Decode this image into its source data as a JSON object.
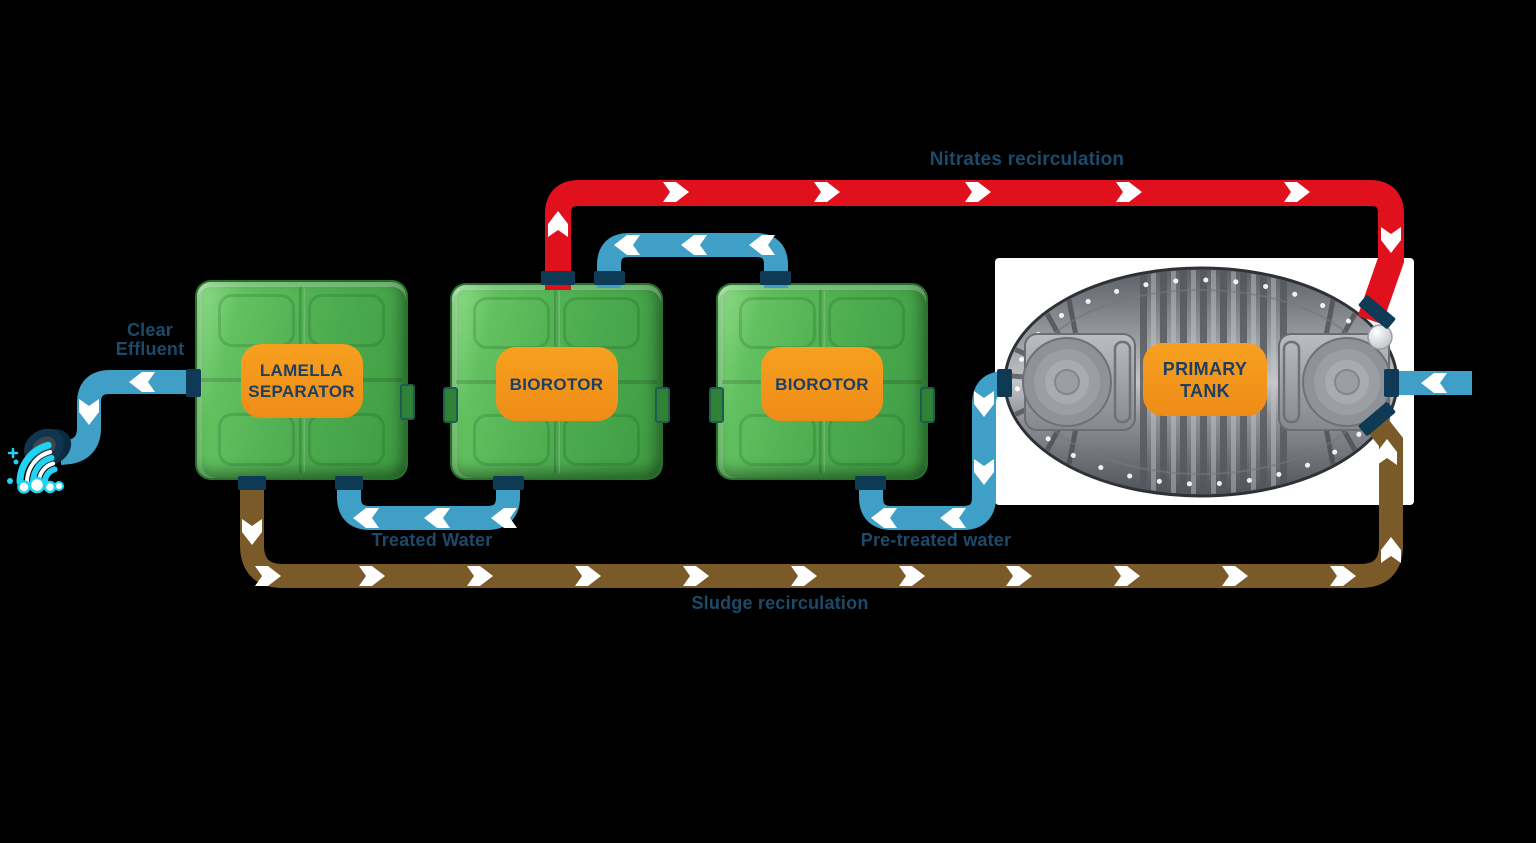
{
  "flow_labels": {
    "nitrates": "Nitrates recirculation",
    "clear_effluent": "Clear\nEffluent",
    "treated_water": "Treated Water",
    "pre_treated_water": "Pre-treated water",
    "sludge": "Sludge recirculation"
  },
  "tanks": [
    {
      "id": "lamella-separator",
      "label": "LAMELLA\nSEPARATOR"
    },
    {
      "id": "biorotor-1",
      "label": "BIOROTOR"
    },
    {
      "id": "biorotor-2",
      "label": "BIOROTOR"
    },
    {
      "id": "primary-tank",
      "label": "PRIMARY\nTANK"
    }
  ],
  "icons": {
    "outfall": "water-outfall-icon"
  },
  "colors": {
    "background": "#000000",
    "pipe_red": "#e0101d",
    "pipe_blue": "#3f9fc6",
    "pipe_brown": "#7a5a28",
    "collar_navy": "#0e3a55",
    "tank_green": "#52b153",
    "label_orange": "#f49a1d",
    "text_navy": "#1d4a6a",
    "water_cyan": "#20d3f2",
    "primary_tank_gray": "#95989d",
    "arrow_white": "#ffffff"
  }
}
